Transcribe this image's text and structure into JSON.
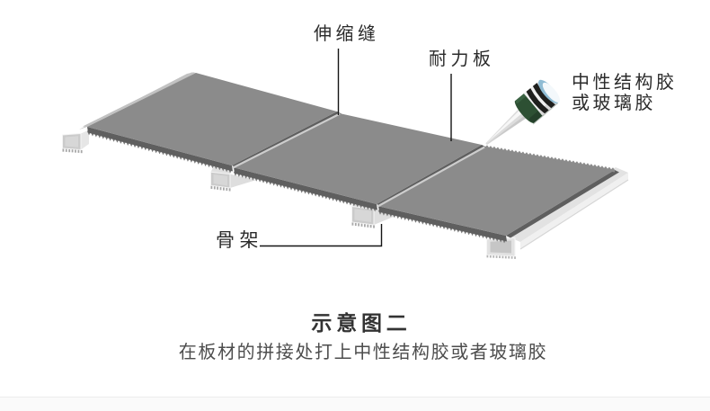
{
  "page": {
    "background": "#ffffff",
    "footer_background": "#fafafa"
  },
  "diagram": {
    "labels": {
      "expansion_joint": "伸缩缝",
      "load_board": "耐力板",
      "adhesive_line1": "中性结构胶",
      "adhesive_line2": "或玻璃胶",
      "frame": "骨架"
    },
    "colors": {
      "panel_top": "#8b8b8b",
      "panel_edge": "#5f5f5f",
      "frame_light": "#e2e2e2",
      "cartridge_body_green": "#2b4c33",
      "cartridge_cap_blue": "#a9cee2",
      "leader_line": "#141414"
    }
  },
  "caption": {
    "title": "示意图二",
    "description": "在板材的拼接处打上中性结构胶或者玻璃胶"
  }
}
